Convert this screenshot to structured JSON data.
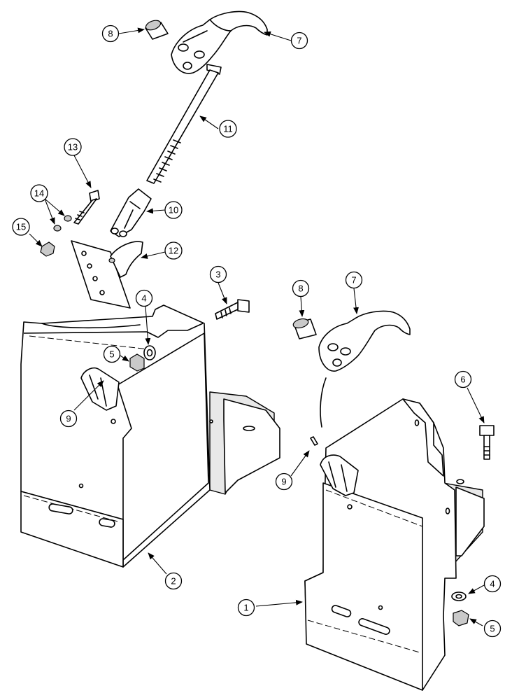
{
  "diagram": {
    "callouts": [
      {
        "id": "c8a",
        "label": "8"
      },
      {
        "id": "c7a",
        "label": "7"
      },
      {
        "id": "c11",
        "label": "11"
      },
      {
        "id": "c13",
        "label": "13"
      },
      {
        "id": "c14",
        "label": "14"
      },
      {
        "id": "c15",
        "label": "15"
      },
      {
        "id": "c10",
        "label": "10"
      },
      {
        "id": "c12",
        "label": "12"
      },
      {
        "id": "c3",
        "label": "3"
      },
      {
        "id": "c4a",
        "label": "4"
      },
      {
        "id": "c5a",
        "label": "5"
      },
      {
        "id": "c9a",
        "label": "9"
      },
      {
        "id": "c8b",
        "label": "8"
      },
      {
        "id": "c7b",
        "label": "7"
      },
      {
        "id": "c6",
        "label": "6"
      },
      {
        "id": "c9b",
        "label": "9"
      },
      {
        "id": "c2",
        "label": "2"
      },
      {
        "id": "c4b",
        "label": "4"
      },
      {
        "id": "c1",
        "label": "1"
      },
      {
        "id": "c5b",
        "label": "5"
      }
    ]
  }
}
